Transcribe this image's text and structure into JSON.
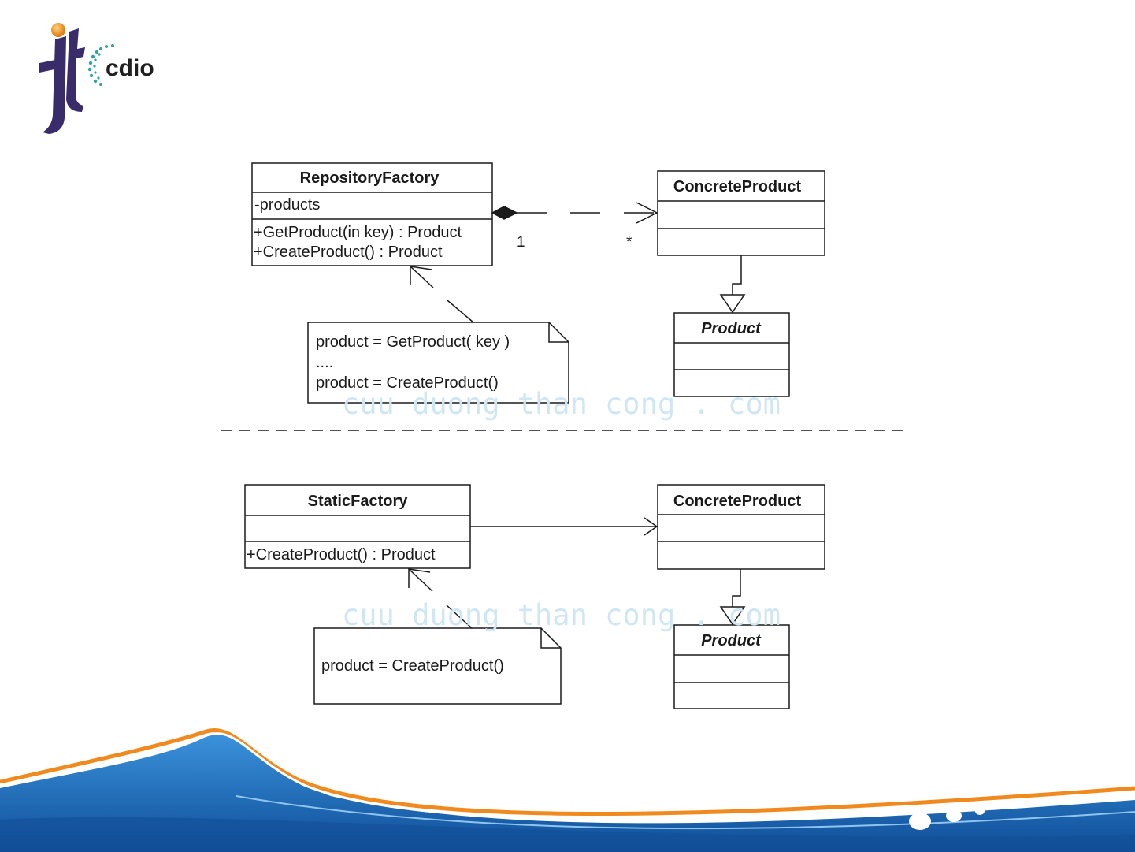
{
  "logo": {
    "text": "cdio"
  },
  "watermark": {
    "text": "cuu duong than cong . com"
  },
  "top": {
    "factory": {
      "name": "RepositoryFactory",
      "attributes": [
        "-products"
      ],
      "operations": [
        "+GetProduct(in key) : Product",
        "+CreateProduct() : Product"
      ]
    },
    "concrete": {
      "name": "ConcreteProduct"
    },
    "product": {
      "name": "Product"
    },
    "association": {
      "source_multiplicity": "1",
      "target_multiplicity": "*"
    },
    "note": {
      "lines": [
        "product = GetProduct( key )",
        "....",
        "product = CreateProduct()"
      ]
    }
  },
  "bottom": {
    "factory": {
      "name": "StaticFactory",
      "attributes": [],
      "operations": [
        "+CreateProduct() : Product"
      ]
    },
    "concrete": {
      "name": "ConcreteProduct"
    },
    "product": {
      "name": "Product"
    },
    "note": {
      "lines": [
        "product = CreateProduct()"
      ]
    }
  },
  "colors": {
    "line": "#1a1a1a",
    "wave_dark": "#1e62a8",
    "wave_mid": "#3a8fd6",
    "wave_light": "#8fc4ee",
    "wave_orange": "#f08a1e",
    "watermark": "#cfe6f3"
  }
}
